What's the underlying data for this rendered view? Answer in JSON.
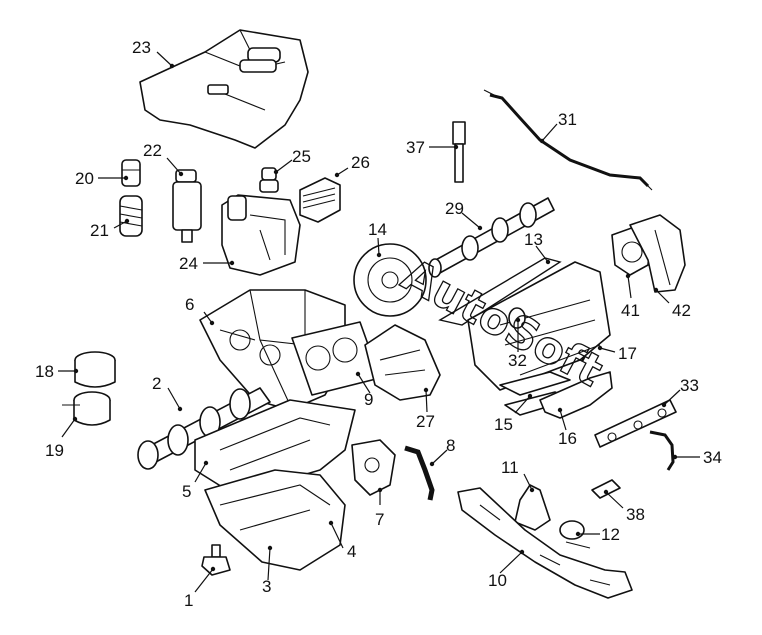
{
  "diagram": {
    "watermark": "AutoSoft",
    "colors": {
      "line": "#111111",
      "background": "#ffffff"
    },
    "callouts": [
      {
        "id": "c1",
        "label": "1"
      },
      {
        "id": "c2",
        "label": "2"
      },
      {
        "id": "c3",
        "label": "3"
      },
      {
        "id": "c4",
        "label": "4"
      },
      {
        "id": "c5",
        "label": "5"
      },
      {
        "id": "c6",
        "label": "6"
      },
      {
        "id": "c7",
        "label": "7"
      },
      {
        "id": "c8",
        "label": "8"
      },
      {
        "id": "c9",
        "label": "9"
      },
      {
        "id": "c10",
        "label": "10"
      },
      {
        "id": "c11",
        "label": "11"
      },
      {
        "id": "c12",
        "label": "12"
      },
      {
        "id": "c13",
        "label": "13"
      },
      {
        "id": "c14",
        "label": "14"
      },
      {
        "id": "c15",
        "label": "15"
      },
      {
        "id": "c16",
        "label": "16"
      },
      {
        "id": "c17",
        "label": "17"
      },
      {
        "id": "c18",
        "label": "18"
      },
      {
        "id": "c19",
        "label": "19"
      },
      {
        "id": "c20",
        "label": "20"
      },
      {
        "id": "c21",
        "label": "21"
      },
      {
        "id": "c22",
        "label": "22"
      },
      {
        "id": "c23",
        "label": "23"
      },
      {
        "id": "c24",
        "label": "24"
      },
      {
        "id": "c25",
        "label": "25"
      },
      {
        "id": "c26",
        "label": "26"
      },
      {
        "id": "c27",
        "label": "27"
      },
      {
        "id": "c29",
        "label": "29"
      },
      {
        "id": "c31",
        "label": "31"
      },
      {
        "id": "c32",
        "label": "32"
      },
      {
        "id": "c33",
        "label": "33"
      },
      {
        "id": "c34",
        "label": "34"
      },
      {
        "id": "c37",
        "label": "37"
      },
      {
        "id": "c38",
        "label": "38"
      },
      {
        "id": "c41",
        "label": "41"
      },
      {
        "id": "c42",
        "label": "42"
      }
    ]
  }
}
